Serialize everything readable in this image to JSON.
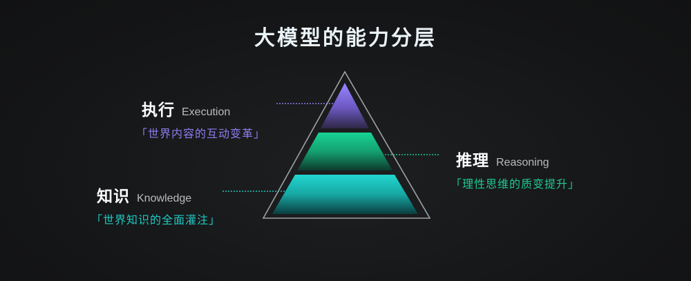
{
  "title": "大模型的能力分层",
  "layers": [
    {
      "cn": "执行",
      "en": "Execution",
      "desc": "「世界内容的互动变革」",
      "color": "#8f7cf0"
    },
    {
      "cn": "推理",
      "en": "Reasoning",
      "desc": "「理性思维的质变提升」",
      "color": "#20c98f"
    },
    {
      "cn": "知识",
      "en": "Knowledge",
      "desc": "「世界知识的全面灌注」",
      "color": "#1fc9c3"
    }
  ],
  "colors": {
    "background": "#151617",
    "execution": "#8f7cf0",
    "reasoning": "#20c98f",
    "knowledge": "#1fc9c3"
  }
}
